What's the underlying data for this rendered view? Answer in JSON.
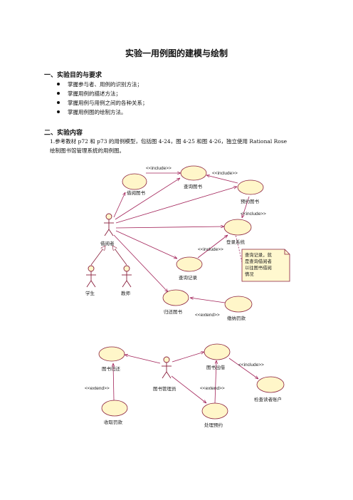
{
  "title": "实验一用例图的建模与绘制",
  "section1": {
    "heading": "一、实验目的与要求",
    "items": [
      "掌握参与者、用例的识别方法；",
      "掌握用例的描述方法；",
      "掌握用例与用例之间的各种关系；",
      "掌握用例图的绘制方法。"
    ]
  },
  "section2": {
    "heading": "二、实验内容",
    "line1": "1.参考教材 p72 和 p73 的用例模型，包括图 4-24，图 4-25 和图 4-26，独立使用 Rational Rose",
    "line2": "绘制图书馆管理系统的用例图。"
  },
  "diagram1": {
    "actors": [
      "借阅者",
      "学生",
      "教师"
    ],
    "usecases": [
      "借阅图书",
      "查询图书",
      "预约图书",
      "登录系统",
      "查询记录",
      "归还图书",
      "缴纳罚款"
    ],
    "stereotypes": [
      "<<include>>",
      "<<include>>",
      "<<include>>",
      "<<include>>",
      "<<extend>>"
    ],
    "note": [
      "查询记录，就",
      "是查询借阅者",
      "以往图书借阅",
      "情况"
    ]
  },
  "diagram2": {
    "actor": "图书管理员",
    "usecases": [
      "图书归还",
      "图书出借",
      "检查读者账户",
      "收取罚款",
      "处理预约"
    ],
    "stereotypes": [
      "<<include>>",
      "<<extend>>",
      "<<extend>>"
    ]
  },
  "colors": {
    "line": "#a3245a",
    "usecase_fill": "#fff6c9",
    "usecase_stroke": "#8a1f3c",
    "actor": "#8a1f3c",
    "note_fill": "#fff8cf"
  }
}
